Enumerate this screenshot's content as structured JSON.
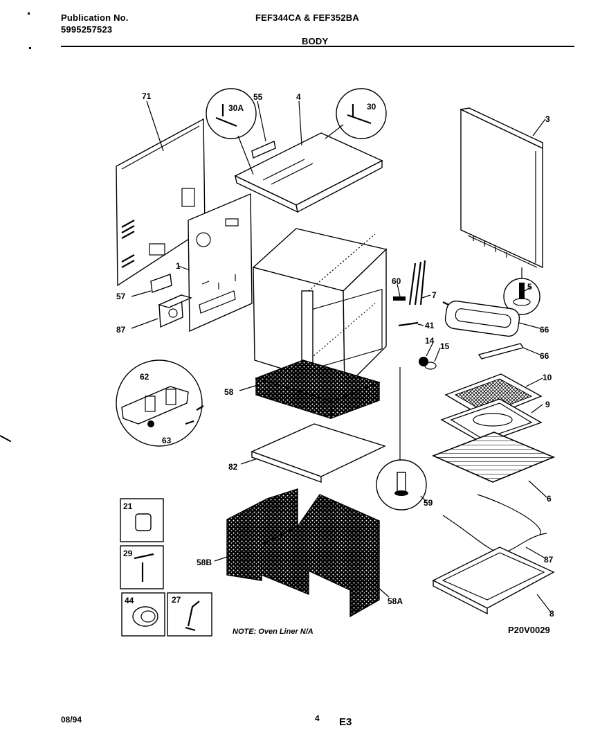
{
  "header": {
    "publication_label": "Publication No.",
    "publication_number": "5995257523",
    "models": "FEF344CA & FEF352BA",
    "section": "BODY"
  },
  "parts": {
    "p71": "71",
    "p30a": "30A",
    "p55": "55",
    "p4": "4",
    "p30": "30",
    "p3": "3",
    "p1": "1",
    "p57": "57",
    "p87a": "87",
    "p5": "5",
    "p60": "60",
    "p7": "7",
    "p66a": "66",
    "p41": "41",
    "p14": "14",
    "p15": "15",
    "p66b": "66",
    "p10": "10",
    "p9": "9",
    "p58": "58",
    "p62": "62",
    "p63": "63",
    "p82": "82",
    "p6": "6",
    "p59": "59",
    "p21": "21",
    "p29": "29",
    "p44": "44",
    "p27": "27",
    "p58b": "58B",
    "p58a": "58A",
    "p87b": "87",
    "p8": "8"
  },
  "note": "NOTE: Oven Liner N/A",
  "figure_code": "P20V0029",
  "footer": {
    "date": "08/94",
    "page": "4",
    "code": "E3"
  }
}
